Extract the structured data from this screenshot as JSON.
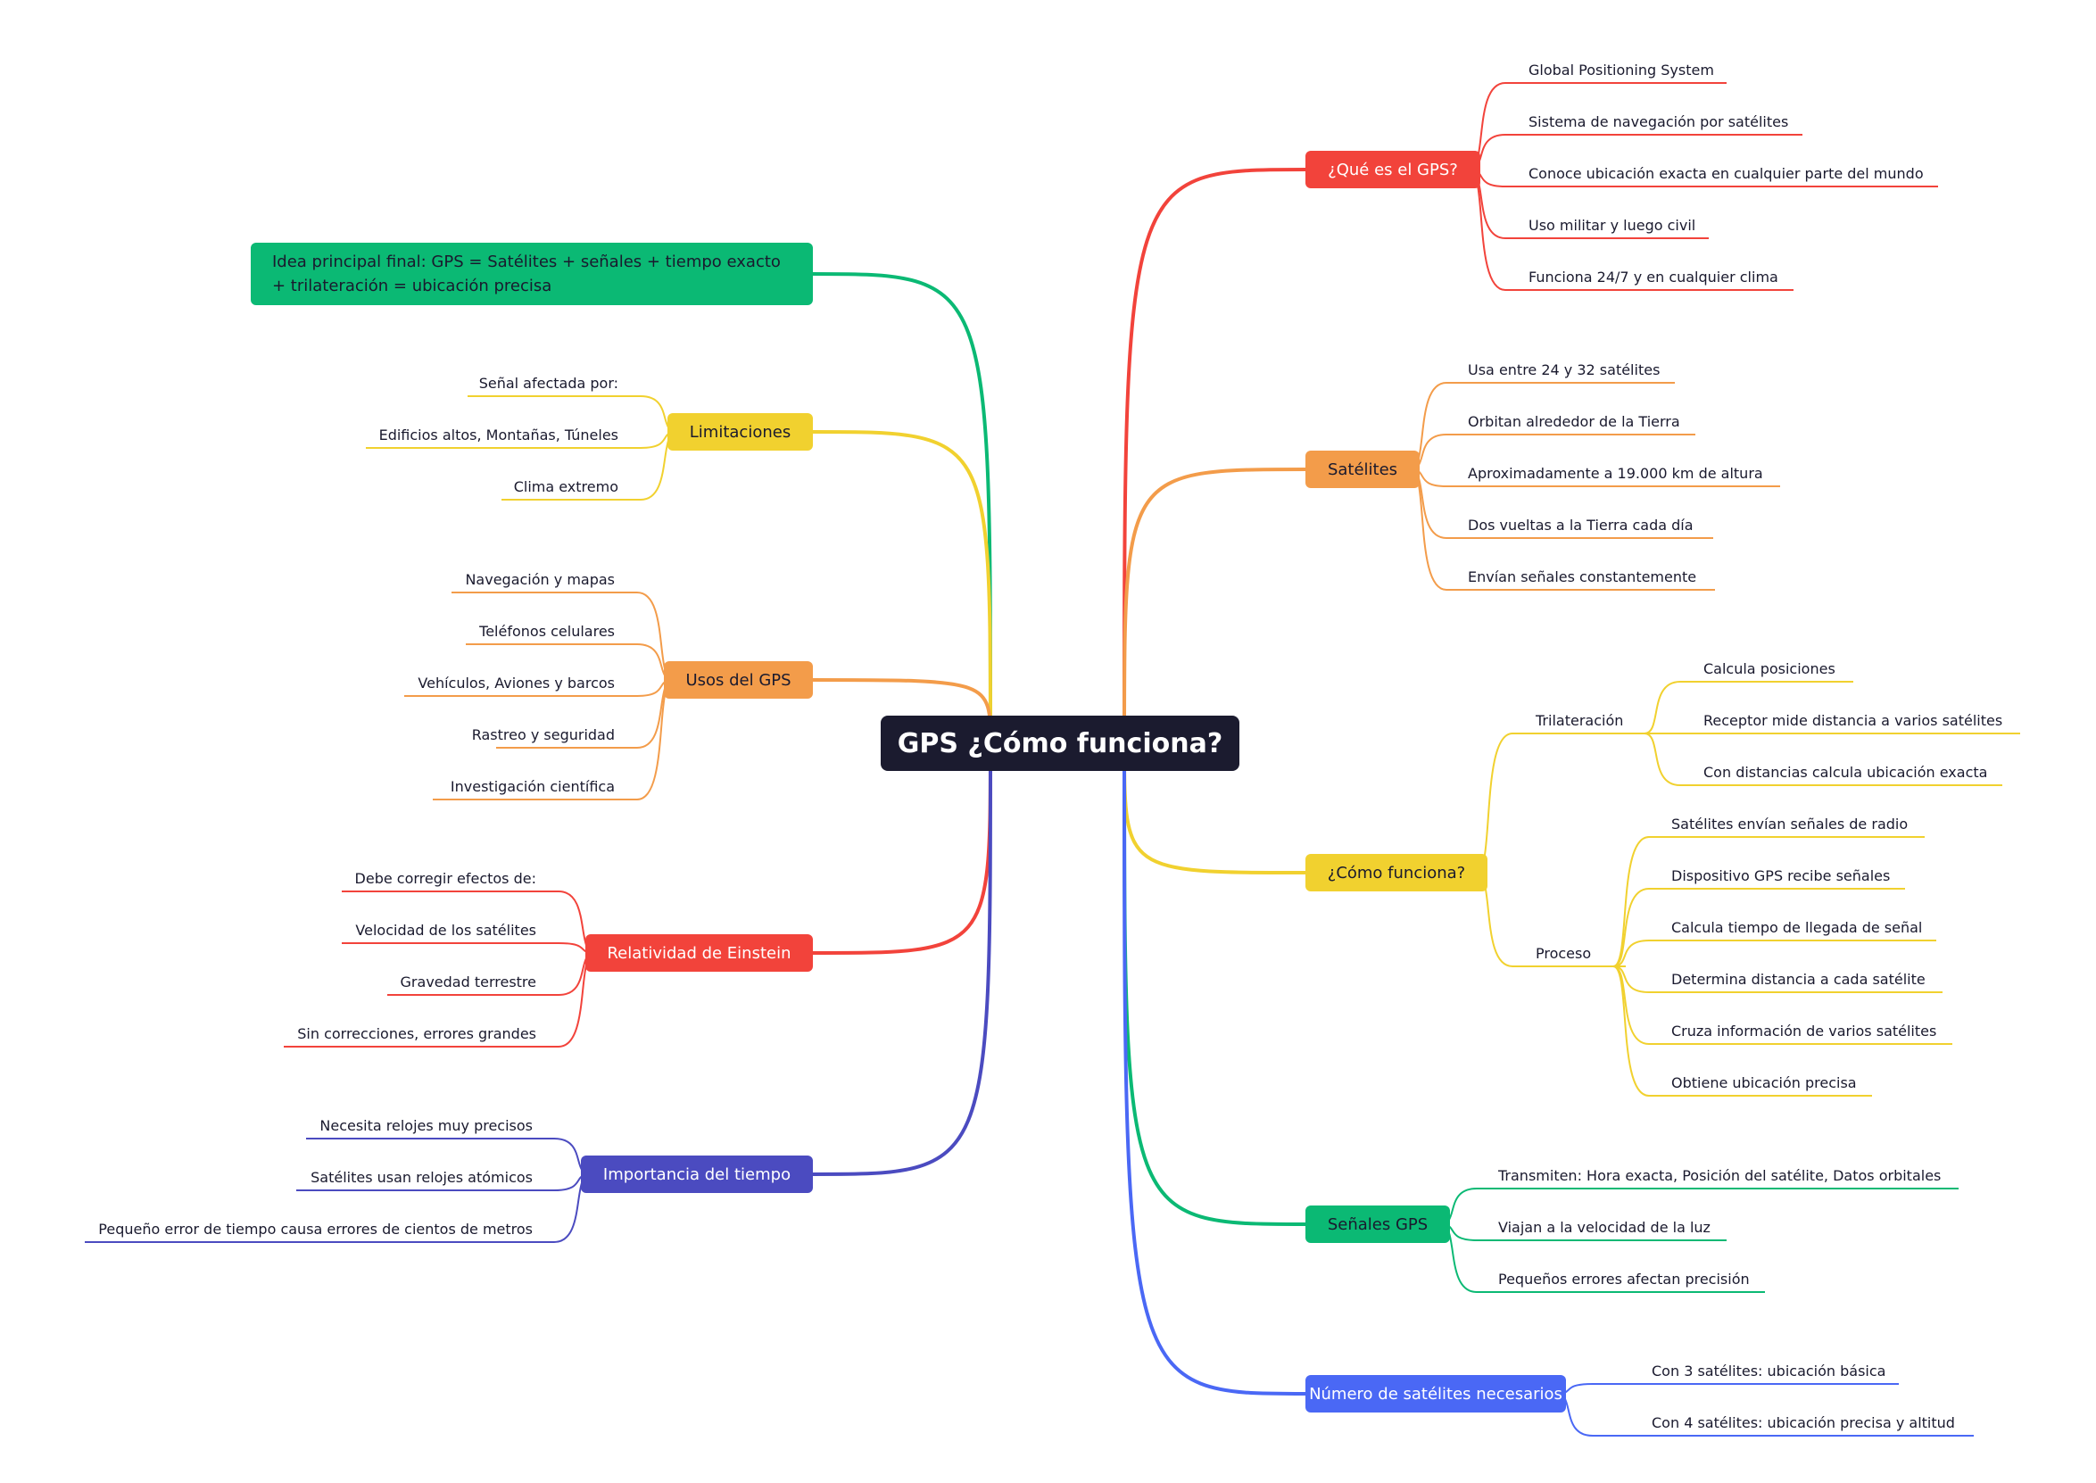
{
  "root": "GPS ¿Cómo funciona?",
  "colors": {
    "red": "#f2433b",
    "orange": "#f39c4a",
    "yellow": "#f1d12f",
    "green": "#0bb974",
    "blue": "#4a68f5",
    "indigo": "#4b4bc0",
    "dark": "#1b1b2f"
  },
  "right": {
    "que_es": {
      "label": "¿Qué es el GPS?",
      "items": [
        "Global Positioning System",
        "Sistema de navegación por satélites",
        "Conoce ubicación exacta en cualquier parte del mundo",
        "Uso militar y luego civil",
        "Funciona 24/7 y en cualquier clima"
      ]
    },
    "satelites": {
      "label": "Satélites",
      "items": [
        "Usa entre 24 y 32 satélites",
        "Orbitan alrededor de la Tierra",
        "Aproximadamente a 19.000 km de altura",
        "Dos vueltas a la Tierra cada día",
        "Envían señales constantemente"
      ]
    },
    "como": {
      "label": "¿Cómo funciona?",
      "trilateracion": {
        "label": "Trilateración",
        "items": [
          "Calcula posiciones",
          "Receptor mide distancia a varios satélites",
          "Con distancias calcula ubicación exacta"
        ]
      },
      "proceso": {
        "label": "Proceso",
        "items": [
          "Satélites envían señales de radio",
          "Dispositivo GPS recibe señales",
          "Calcula tiempo de llegada de señal",
          "Determina distancia a cada satélite",
          "Cruza información de varios satélites",
          "Obtiene ubicación precisa"
        ]
      }
    },
    "senales": {
      "label": "Señales GPS",
      "items": [
        "Transmiten: Hora exacta, Posición del satélite, Datos orbitales",
        "Viajan a la velocidad de la luz",
        "Pequeños errores afectan precisión"
      ]
    },
    "numero": {
      "label": "Número de satélites necesarios",
      "items": [
        "Con 3 satélites: ubicación básica",
        "Con 4 satélites: ubicación precisa y altitud"
      ]
    }
  },
  "left": {
    "idea": {
      "label": "Idea principal final: GPS = Satélites + señales + tiempo exacto + trilateración = ubicación precisa"
    },
    "limitaciones": {
      "label": "Limitaciones",
      "items": [
        "Señal afectada por:",
        "Edificios altos, Montañas, Túneles",
        "Clima extremo"
      ]
    },
    "usos": {
      "label": "Usos del GPS",
      "items": [
        "Navegación y mapas",
        "Teléfonos celulares",
        "Vehículos, Aviones y barcos",
        "Rastreo y seguridad",
        "Investigación científica"
      ]
    },
    "relatividad": {
      "label": "Relatividad de Einstein",
      "items": [
        "Debe corregir efectos de:",
        "Velocidad de los satélites",
        "Gravedad terrestre",
        "Sin correcciones, errores grandes"
      ]
    },
    "tiempo": {
      "label": "Importancia del tiempo",
      "items": [
        "Necesita relojes muy precisos",
        "Satélites usan relojes atómicos",
        "Pequeño error de tiempo causa errores de cientos de metros"
      ]
    }
  }
}
